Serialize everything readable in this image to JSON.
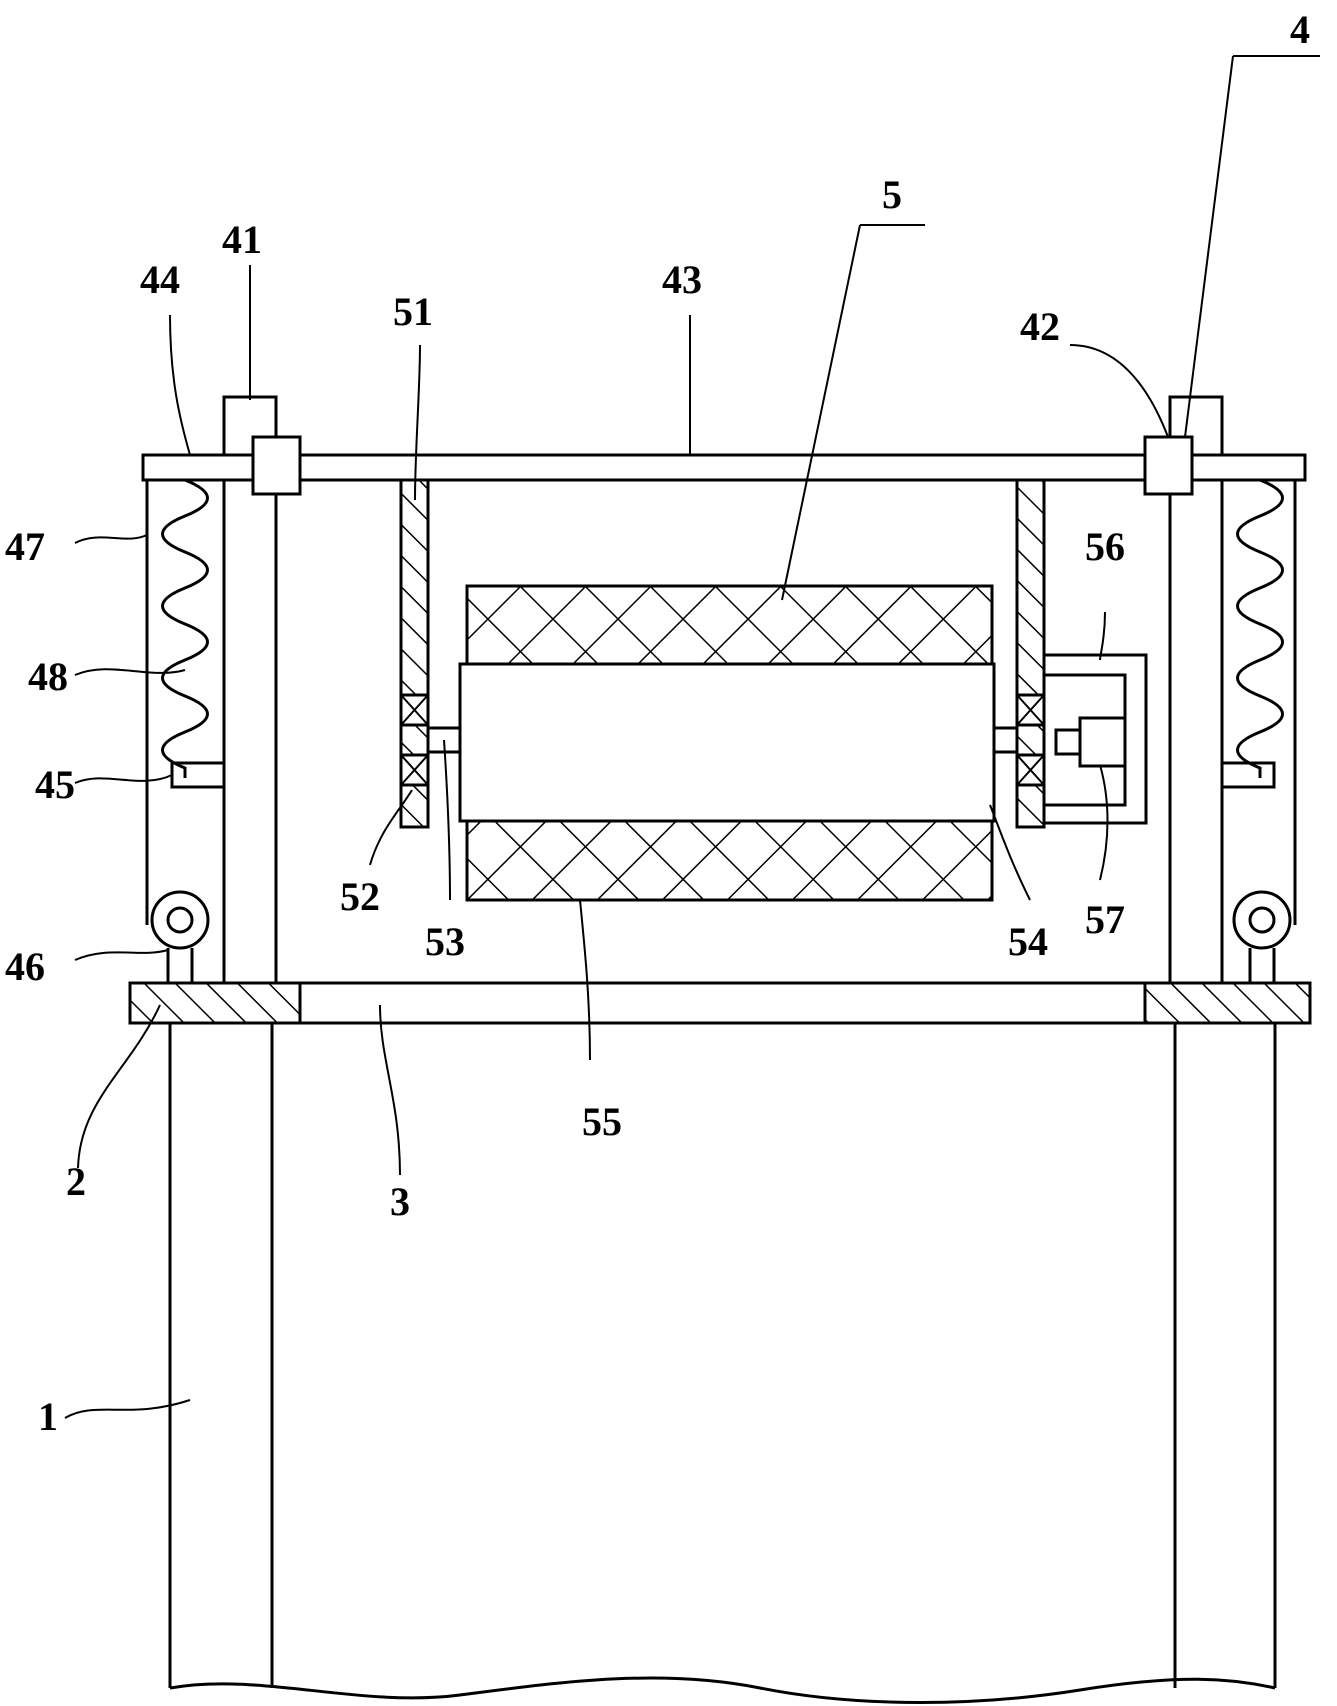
{
  "labels": {
    "l1": "1",
    "l2": "2",
    "l3": "3",
    "l4": "4",
    "l5": "5",
    "l41": "41",
    "l42": "42",
    "l43": "43",
    "l44": "44",
    "l45": "45",
    "l46": "46",
    "l47": "47",
    "l48": "48",
    "l51": "51",
    "l52": "52",
    "l53": "53",
    "l54": "54",
    "l55": "55",
    "l56": "56",
    "l57": "57"
  }
}
